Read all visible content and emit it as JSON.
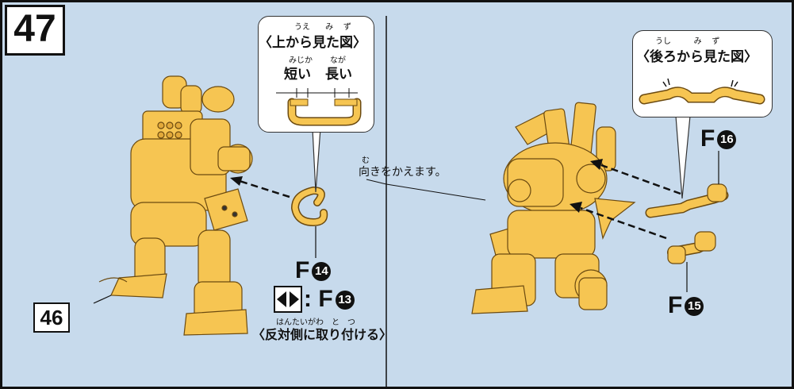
{
  "step": {
    "number": "47",
    "ref_number": "46"
  },
  "left_view": {
    "title": "〈上から見た図〉",
    "title_ruby": [
      "うえ",
      "み",
      "ず"
    ],
    "short_label": "短い",
    "short_ruby": "みじか",
    "long_label": "長い",
    "long_ruby": "なが"
  },
  "right_view": {
    "title": "〈後ろから見た図〉",
    "title_ruby": [
      "うし",
      "み",
      "ず"
    ]
  },
  "parts": {
    "f14": {
      "letter": "F",
      "num": "14"
    },
    "f13": {
      "prefix": ":",
      "letter": "F",
      "num": "13"
    },
    "f16": {
      "letter": "F",
      "num": "16"
    },
    "f15": {
      "letter": "F",
      "num": "15"
    }
  },
  "notes": {
    "turn_around": "向きをかえます。",
    "turn_ruby": "む",
    "opposite_side": "〈反対側に取り付ける〉",
    "opposite_ruby": "はんたいがわ　と　つ"
  },
  "icons": [
    "step-number-box",
    "flip-arrows-icon",
    "part-arrow-icon",
    "robot-left-view",
    "robot-right-view"
  ],
  "colors": {
    "background": "#c7daec",
    "part": "#f6c552",
    "outline": "#111111"
  }
}
